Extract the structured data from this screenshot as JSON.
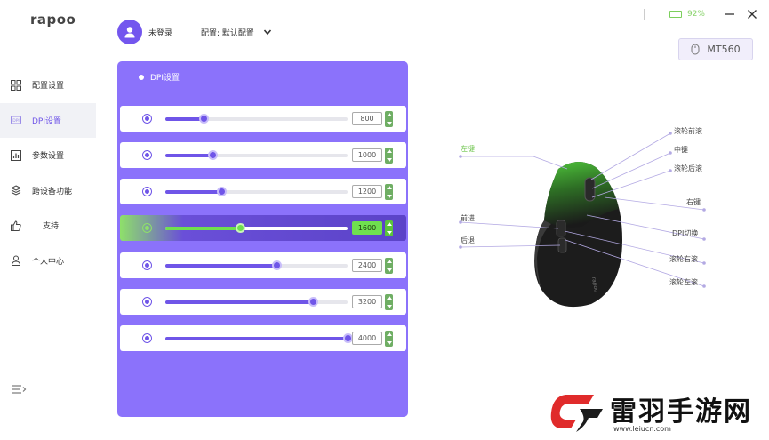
{
  "app": {
    "logo": "rapoo"
  },
  "nav": {
    "items": [
      {
        "label": "配置设置",
        "icon": "grid-icon"
      },
      {
        "label": "DPI设置",
        "icon": "dpi-icon",
        "active": true
      },
      {
        "label": "参数设置",
        "icon": "chart-icon"
      },
      {
        "label": "跨设备功能",
        "icon": "layers-icon"
      },
      {
        "label": "支持",
        "icon": "thumbs-up-icon"
      },
      {
        "label": "个人中心",
        "icon": "person-icon"
      }
    ]
  },
  "header": {
    "user_name": "未登录",
    "config_label": "配置: 默认配置"
  },
  "window": {
    "battery_pct": "92%",
    "battery_level": 0.92
  },
  "device": {
    "name": "MT560"
  },
  "dpi": {
    "title": "DPI设置",
    "max": 4000,
    "levels": [
      {
        "value": "800",
        "fraction": 0.21
      },
      {
        "value": "1000",
        "fraction": 0.26
      },
      {
        "value": "1200",
        "fraction": 0.31
      },
      {
        "value": "1600",
        "fraction": 0.41,
        "active": true
      },
      {
        "value": "2400",
        "fraction": 0.61
      },
      {
        "value": "3200",
        "fraction": 0.81
      },
      {
        "value": "4000",
        "fraction": 1.0
      }
    ]
  },
  "mouse": {
    "labels": {
      "left_key": "左键",
      "forward": "前进",
      "back": "后退",
      "scroll_forward": "滚轮前滚",
      "middle": "中键",
      "scroll_back": "滚轮后滚",
      "right_key": "右键",
      "dpi_switch": "DPI切换",
      "scroll_right": "滚轮右滚",
      "scroll_left": "滚轮左滚"
    },
    "brand_on_mouse": "rapoo"
  },
  "watermark": {
    "brand": "雷羽手游网",
    "url": "www.leiucn.com"
  },
  "colors": {
    "accent": "#6f55e8",
    "panel": "#8b72fb",
    "active_green": "#6fe04f",
    "battery": "#5fcb3c"
  }
}
